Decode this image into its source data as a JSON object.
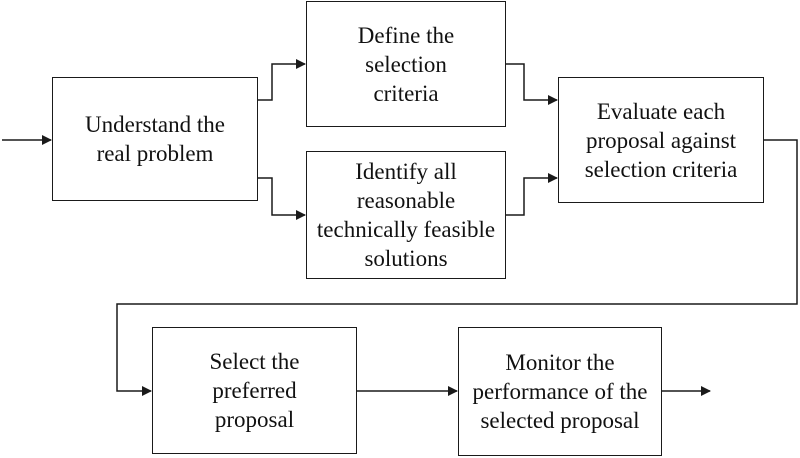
{
  "boxes": {
    "understand": "Understand the real problem",
    "define": "Define the selection criteria",
    "identify": "Identify all reasonable technically feasible solutions",
    "evaluate": "Evaluate each proposal against selection criteria",
    "select": "Select the preferred proposal",
    "monitor": "Monitor the performance of the selected proposal"
  },
  "colors": {
    "stroke": "#1a1a1a",
    "text": "#111111",
    "background": "#ffffff"
  }
}
